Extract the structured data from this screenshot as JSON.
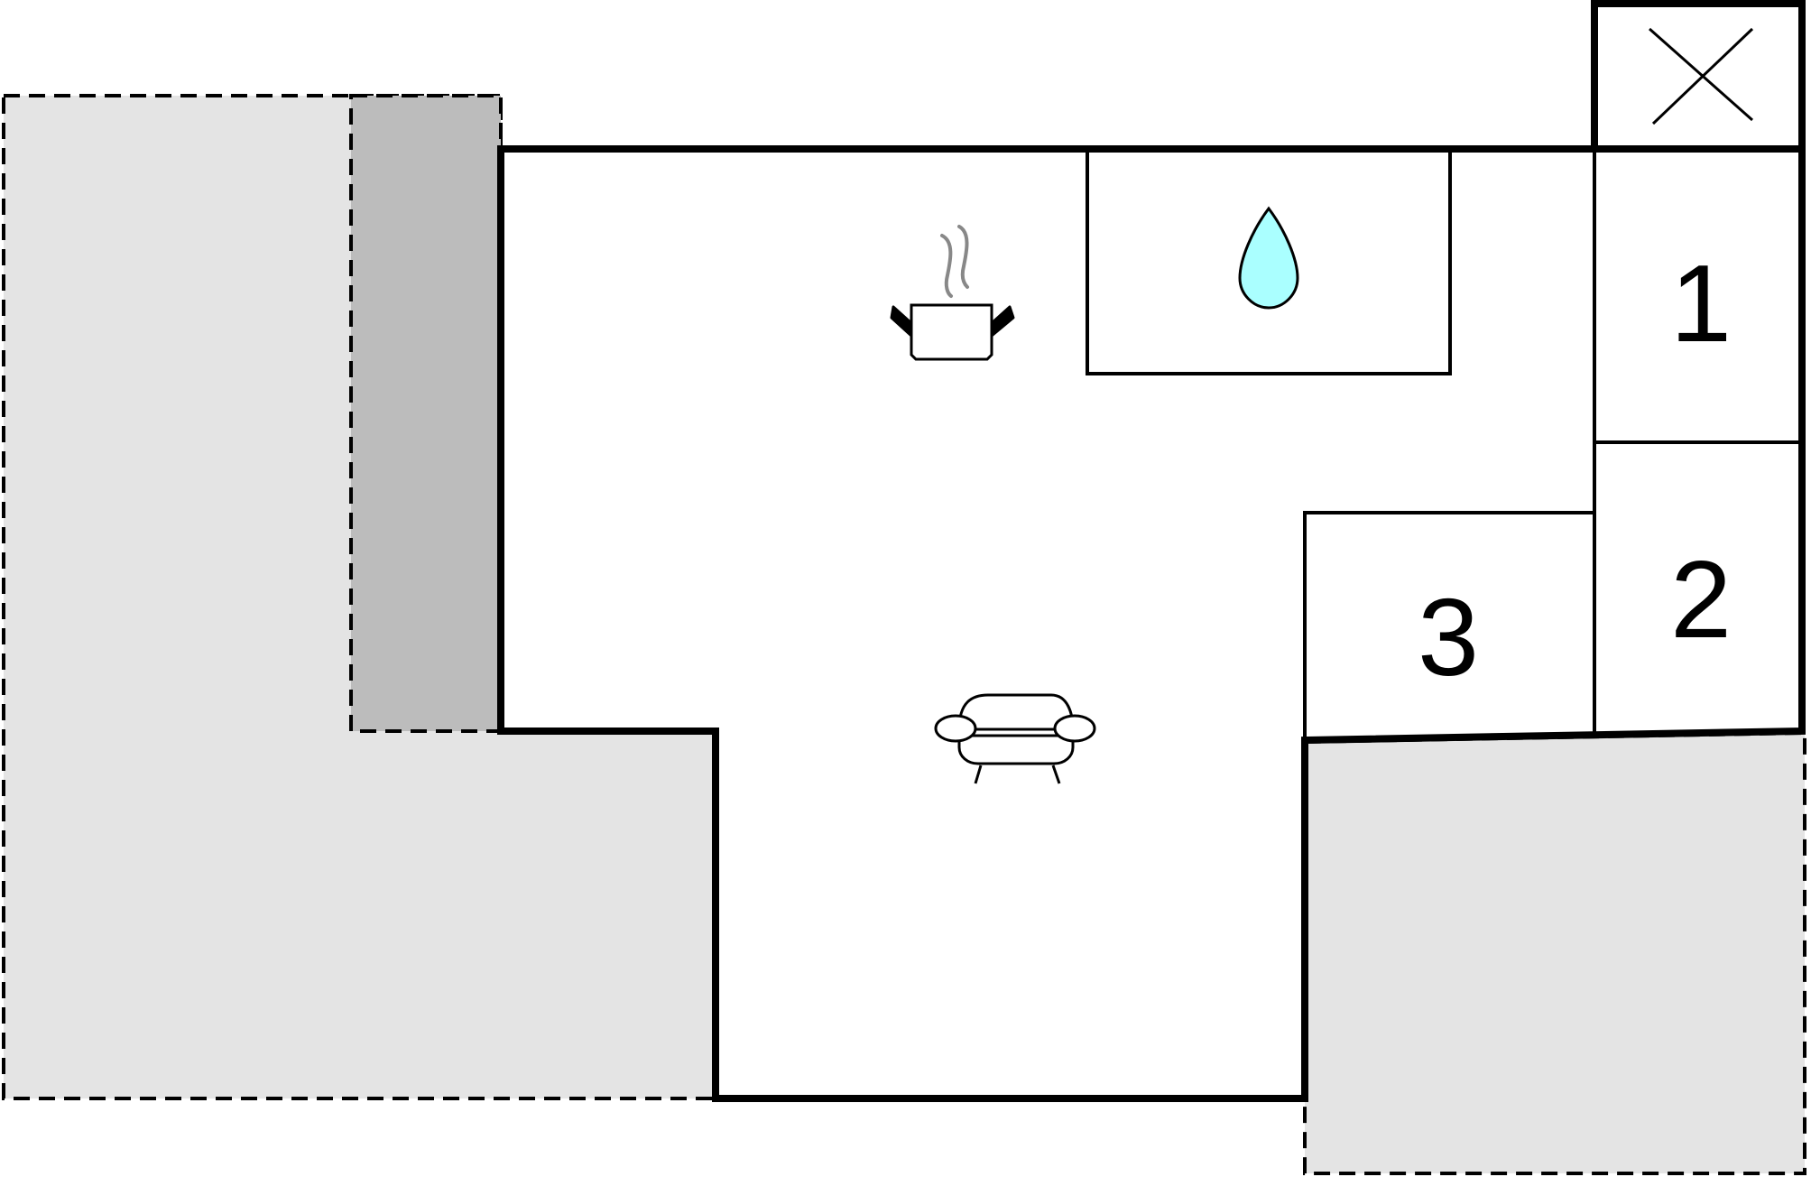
{
  "rooms": {
    "bedroom_1": {
      "label": "1"
    },
    "bedroom_2": {
      "label": "2"
    },
    "bedroom_3": {
      "label": "3"
    }
  },
  "icons": {
    "kitchen": "cooking-pot-icon",
    "bathroom": "water-drop-icon",
    "living": "sofa-icon",
    "toilet": "cross-icon"
  },
  "colors": {
    "wall": "#000000",
    "outdoor_area": "#e4e4e4",
    "covered_area": "#bcbcbc",
    "water": "#aaffff",
    "steam": "#888888"
  }
}
